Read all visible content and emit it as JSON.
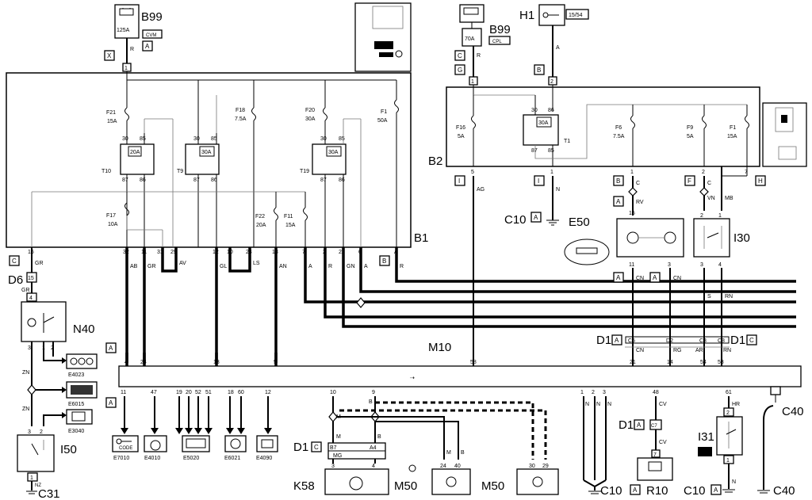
{
  "components": {
    "B99_left": {
      "name": "B99",
      "fuse": "125A",
      "tag": "CVM",
      "conn": "A",
      "wire": "R",
      "pin": "X"
    },
    "B99_right": {
      "name": "B99",
      "fuse": "70A",
      "tag": "CPL",
      "conn": "C",
      "wire": "R",
      "pin": "G"
    },
    "H1": {
      "name": "H1",
      "tag": "15/54",
      "wire": "A",
      "pin": "B"
    },
    "B1": {
      "name": "B1"
    },
    "B2": {
      "name": "B2"
    },
    "N40": {
      "name": "N40"
    },
    "I50": {
      "name": "I50"
    },
    "I30": {
      "name": "I30"
    },
    "I31": {
      "name": "I31"
    },
    "E50": {
      "name": "E50"
    },
    "M10": {
      "name": "M10"
    },
    "D6": {
      "name": "D6"
    },
    "K58": {
      "name": "K58"
    },
    "M50a": {
      "name": "M50"
    },
    "M50b": {
      "name": "M50"
    },
    "R10": {
      "name": "R10"
    },
    "C10a": {
      "name": "C10",
      "conn": "A"
    },
    "C10b": {
      "name": "C10",
      "conn": "A"
    },
    "C10c": {
      "name": "C10",
      "conn": "A"
    },
    "C31": {
      "name": "C31"
    },
    "C40a": {
      "name": "C40"
    },
    "C40b": {
      "name": "C40"
    },
    "D1a": {
      "name": "D1",
      "conn": "A"
    },
    "D1b": {
      "name": "D1",
      "conn": "C"
    },
    "D1c": {
      "name": "D1",
      "conn": "C"
    },
    "D1d": {
      "name": "D1",
      "conn": "A"
    }
  },
  "b1_fuses": [
    {
      "name": "F21",
      "rating": "15A"
    },
    {
      "name": "F18",
      "rating": "7.5A"
    },
    {
      "name": "F20",
      "rating": "30A"
    },
    {
      "name": "F1",
      "rating": "50A"
    },
    {
      "name": "F17",
      "rating": "10A"
    },
    {
      "name": "F22",
      "rating": "20A"
    },
    {
      "name": "F11",
      "rating": "15A"
    }
  ],
  "b1_relays": [
    {
      "name": "T10",
      "rating": "20A",
      "p30": "30",
      "p85": "85",
      "p87": "87",
      "p86": "86"
    },
    {
      "name": "T9",
      "rating": "30A",
      "p30": "30",
      "p85": "85",
      "p87": "87",
      "p86": "86"
    },
    {
      "name": "T19",
      "rating": "30A",
      "p30": "30",
      "p85": "85",
      "p87": "87",
      "p86": "86"
    }
  ],
  "b1_pins": [
    "16",
    "32",
    "11",
    "31",
    "29",
    "12",
    "10",
    "24",
    "18",
    "7",
    "2",
    "22",
    "6",
    "A"
  ],
  "b1_wires": [
    "GR",
    "AB",
    "GR",
    "AV",
    "GL",
    "LS",
    "AN",
    "A",
    "R",
    "GN",
    "A",
    "R"
  ],
  "b2_fuses": [
    {
      "name": "F16",
      "rating": "5A"
    },
    {
      "name": "F6",
      "rating": "7.5A"
    },
    {
      "name": "F9",
      "rating": "5A"
    },
    {
      "name": "F1",
      "rating": "15A"
    }
  ],
  "b2_relay": {
    "name": "T1",
    "rating": "30A",
    "p30": "30",
    "p86": "86",
    "p87": "87",
    "p85": "85"
  },
  "b2_pins": [
    "5",
    "1",
    "1",
    "2",
    "7"
  ],
  "b2_pin_letters": [
    "I",
    "I",
    "B",
    "F",
    "H"
  ],
  "b2_wires": [
    "AG",
    "N",
    "C",
    "C",
    "MB"
  ],
  "b2_top_pins": [
    "1",
    "2"
  ],
  "b2_top_letters": [
    "G",
    "B"
  ],
  "b1_top_pin": "1",
  "b1_side_letters": {
    "left": "C",
    "right": "B"
  },
  "e50_pins": {
    "in": "15",
    "wire_in": "RV",
    "out1": "11",
    "out2": "3",
    "w1": "CN",
    "w2": "CN",
    "conn": "A"
  },
  "i30_pins": {
    "p2": "2",
    "p1": "1",
    "p3": "3",
    "p4": "4",
    "w_vn": "VN",
    "w_s": "S",
    "w_rn": "RN"
  },
  "m10_pins_top": [
    "4",
    "24",
    "13",
    "5",
    "58",
    "21",
    "14",
    "54",
    "53"
  ],
  "m10_pins_bottom": [
    "11",
    "47",
    "19",
    "20",
    "52",
    "51",
    "18",
    "60",
    "12",
    "10",
    "9",
    "1",
    "2",
    "3",
    "48",
    "61"
  ],
  "m10_conn": "A",
  "d1_pins": {
    "c5": "C5",
    "d2": "D2",
    "c3": "C3",
    "c8": "C8",
    "cn": "CN",
    "rg": "RG",
    "ar": "AR",
    "rn": "RN",
    "c7": "C7",
    "cv": "CV",
    "b7": "B7",
    "a4": "A4",
    "mg": "MG"
  },
  "n40_pins": [
    "3",
    "1",
    "2",
    "4"
  ],
  "n40_targets": [
    "E4023",
    "E6015",
    "E3040"
  ],
  "m10_targets": [
    "E7010",
    "E4010",
    "E5020",
    "E6021",
    "E4090"
  ],
  "code_label": "CODE",
  "i50_pins": [
    "3",
    "2",
    "1"
  ],
  "i31_pins": [
    "2",
    "1"
  ],
  "wires_misc": {
    "zn": "ZN",
    "nz": "NZ",
    "gr": "GR",
    "m": "M",
    "b": "B",
    "n": "N",
    "hr": "HR",
    "cv": "CV",
    "a": "A"
  },
  "k58_pins": [
    "3",
    "4"
  ],
  "m50a_pins": [
    "24",
    "40"
  ],
  "m50b_pins": [
    "30",
    "29"
  ],
  "r10_pin": "7",
  "d6_pin": "15"
}
